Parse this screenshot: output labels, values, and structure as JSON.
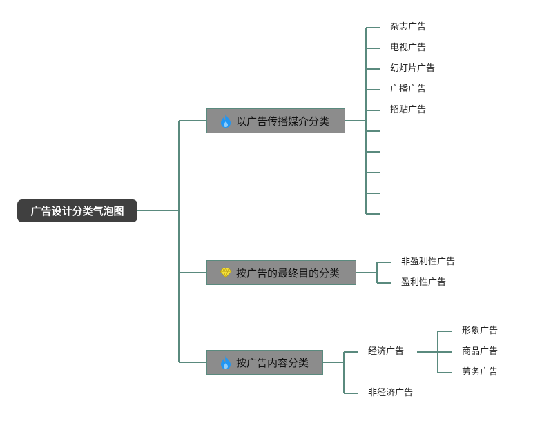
{
  "root": {
    "label": "广告设计分类气泡图"
  },
  "branches": [
    {
      "label": "以广告传播媒介分类",
      "icon": "flame-icon",
      "children": [
        "杂志广告",
        "电视广告",
        "幻灯片广告",
        "广播广告",
        "招贴广告",
        "",
        "",
        "",
        "",
        ""
      ]
    },
    {
      "label": "按广告的最终目的分类",
      "icon": "diamond-icon",
      "children": [
        "非盈利性广告",
        "盈利性广告"
      ]
    },
    {
      "label": "按广告内容分类",
      "icon": "flame-icon",
      "children": [
        {
          "label": "经济广告",
          "children": [
            "形象广告",
            "商品广告",
            "劳务广告"
          ]
        },
        {
          "label": "非经济广告"
        }
      ]
    }
  ],
  "colors": {
    "connector": "#5a8a7e",
    "root_fill": "#404040",
    "branch_fill": "#8c8c8c",
    "flame": "#2196f3",
    "diamond": "#f5e03a"
  }
}
